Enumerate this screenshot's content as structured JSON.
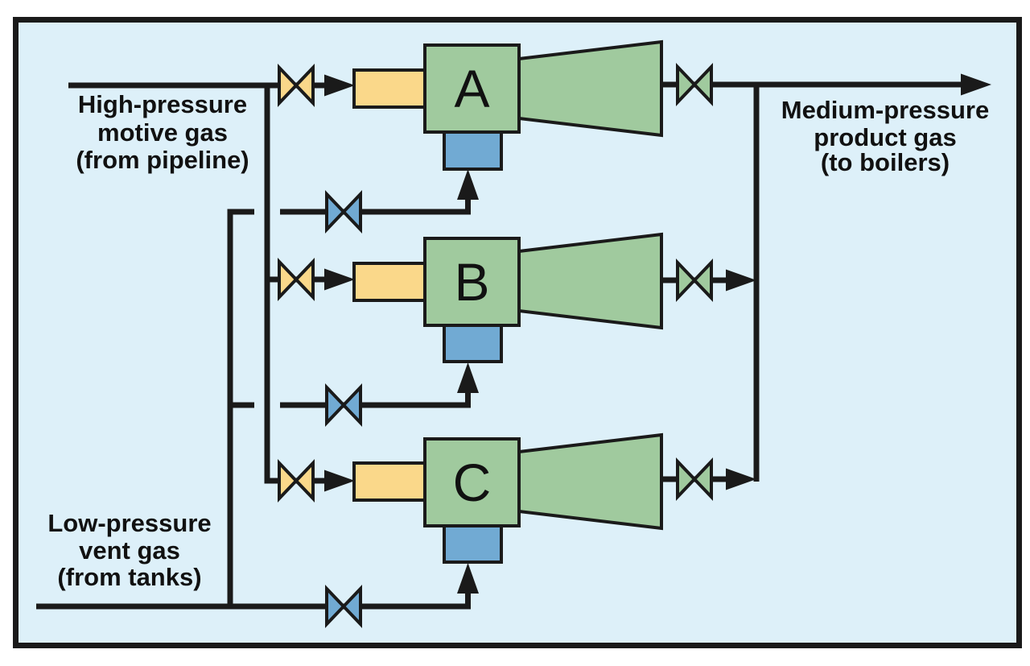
{
  "colors": {
    "page_background": "#ffffff",
    "diagram_background": "#ddf0f9",
    "line_black": "#1a1a1a",
    "ejector_green": "#a0ca9e",
    "motive_yellow": "#fad88a",
    "suction_blue": "#71aad3"
  },
  "labels": {
    "motive": {
      "lines": [
        "High-pressure",
        "motive gas",
        "(from pipeline)"
      ]
    },
    "vent": {
      "lines": [
        "Low-pressure",
        "vent gas",
        "(from tanks)"
      ]
    },
    "product": {
      "lines": [
        "Medium-pressure",
        "product gas",
        "(to boilers)"
      ]
    }
  },
  "ejectors": [
    {
      "label": "A"
    },
    {
      "label": "B"
    },
    {
      "label": "C"
    }
  ]
}
